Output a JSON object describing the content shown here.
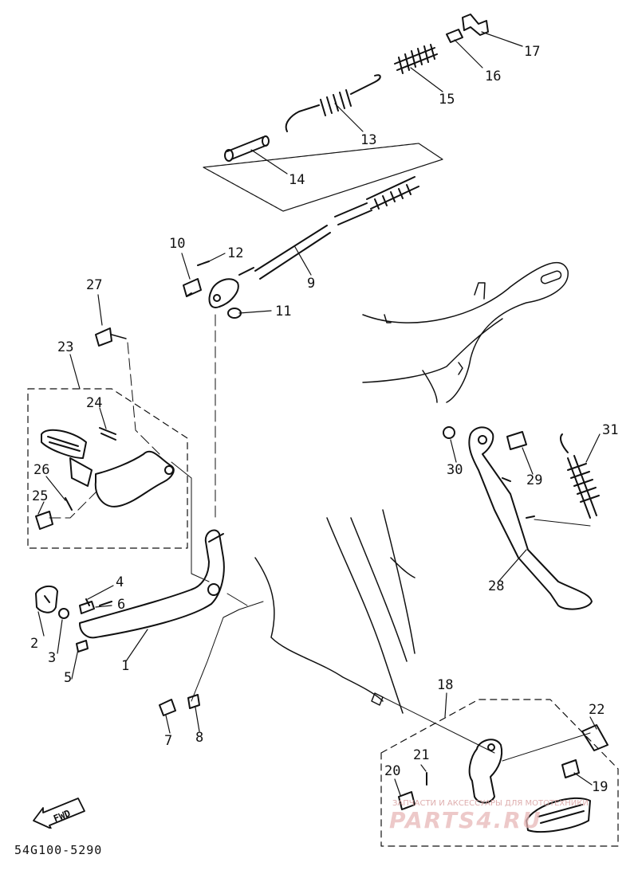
{
  "diagram_code": "54G100-5290",
  "fwd_label": "FWD",
  "watermark": {
    "subtitle": "ЗАПЧАСТИ И АКСЕССУАРЫ ДЛЯ МОТОТЕХНИКИ",
    "brand": "PARTS4.RU"
  },
  "parts": [
    "1",
    "2",
    "3",
    "4",
    "5",
    "6",
    "7",
    "8",
    "9",
    "10",
    "11",
    "12",
    "13",
    "14",
    "15",
    "16",
    "17",
    "18",
    "19",
    "20",
    "21",
    "22",
    "23",
    "24",
    "25",
    "26",
    "27",
    "28",
    "29",
    "30",
    "31"
  ],
  "colors": {
    "ink": "#111111",
    "watermark": "#e8b7b7"
  }
}
